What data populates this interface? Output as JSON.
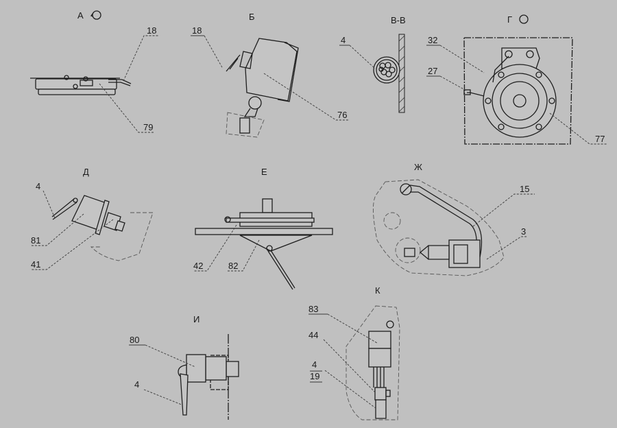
{
  "views": {
    "a": {
      "title": "А",
      "labels": [
        "18",
        "79"
      ]
    },
    "b": {
      "title": "Б",
      "labels": [
        "18",
        "76"
      ]
    },
    "v": {
      "title": "В-В",
      "labels": [
        "4"
      ]
    },
    "g": {
      "title": "Г",
      "labels": [
        "32",
        "27",
        "77"
      ]
    },
    "d": {
      "title": "Д",
      "labels": [
        "4",
        "81",
        "41"
      ]
    },
    "e": {
      "title": "Е",
      "labels": [
        "42",
        "82"
      ]
    },
    "zh": {
      "title": "Ж",
      "labels": [
        "15",
        "3"
      ]
    },
    "i": {
      "title": "И",
      "labels": [
        "80",
        "4"
      ]
    },
    "k": {
      "title": "К",
      "labels": [
        "83",
        "44",
        "4",
        "19"
      ]
    }
  },
  "colors": {
    "background": "#c0c0c0",
    "line": "#1e1e1e"
  }
}
